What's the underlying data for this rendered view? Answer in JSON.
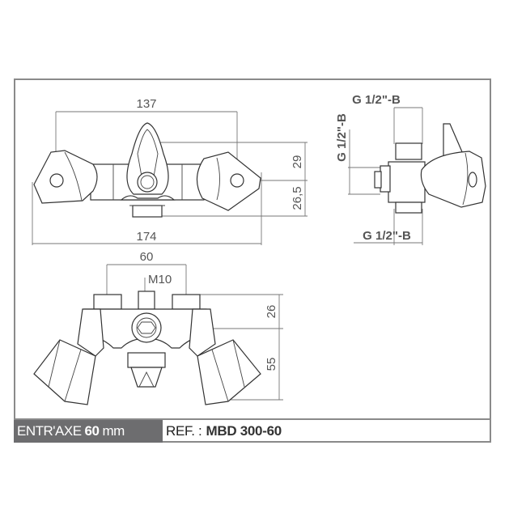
{
  "front_view": {
    "dim_top": "137",
    "dim_bottom": "174",
    "dim_upper_right": "29",
    "dim_lower_right": "26,5"
  },
  "side_view": {
    "dim_top": "G 1/2\"-B",
    "dim_left": "G 1/2\"-B",
    "dim_bottom": "G 1/2\"-B"
  },
  "top_view": {
    "dim_width": "60",
    "dim_stud": "M10",
    "dim_upper_right": "26",
    "dim_lower_right": "55"
  },
  "footer": {
    "entraxe_label": "ENTR'AXE",
    "entraxe_value": "60",
    "entraxe_unit": "mm",
    "ref_label": "REF. :",
    "ref_value": "MBD 300-60"
  },
  "colors": {
    "frame": "#8a8a8a",
    "label_bg": "#6d6d6f",
    "dimension_text": "#555555"
  }
}
